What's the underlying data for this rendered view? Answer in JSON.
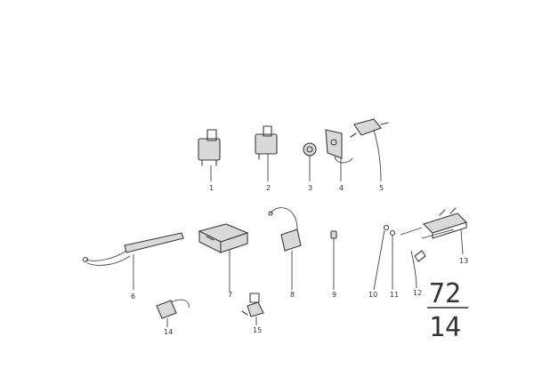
{
  "callouts": [
    "1",
    "2",
    "3",
    "4",
    "5",
    "6",
    "7",
    "8",
    "9",
    "10",
    "11",
    "12",
    "13",
    "14",
    "15"
  ],
  "group": {
    "main": "72",
    "sub": "14"
  }
}
